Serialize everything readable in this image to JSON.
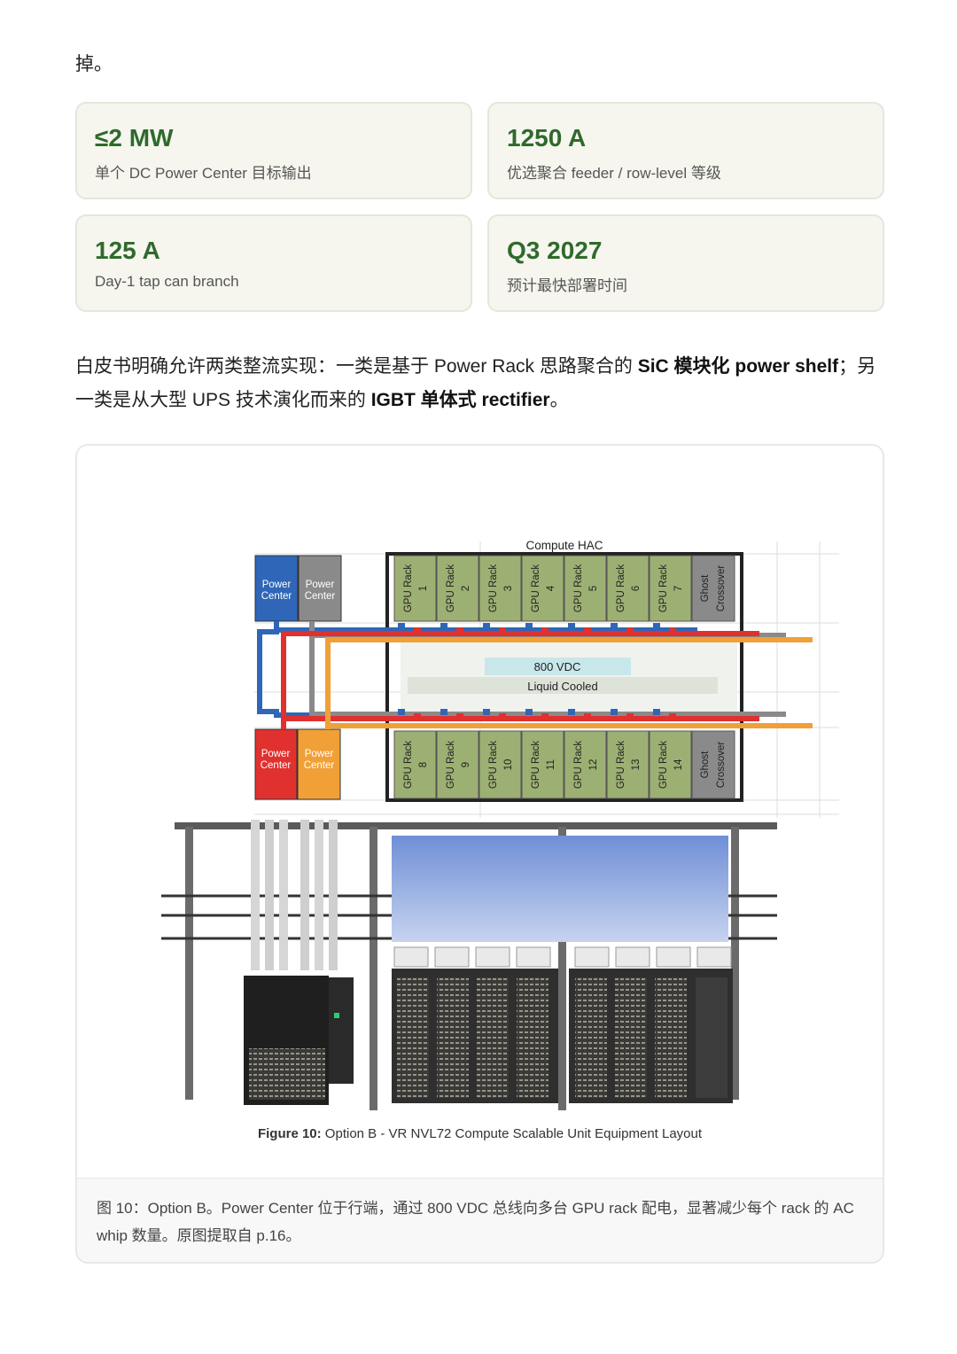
{
  "lead_text": "掉。",
  "stats": [
    {
      "value": "≤2 MW",
      "label": "单个 DC Power Center 目标输出"
    },
    {
      "value": "1250 A",
      "label": "优选聚合 feeder / row-level 等级"
    },
    {
      "value": "125 A",
      "label": "Day-1 tap can branch"
    },
    {
      "value": "Q3 2027",
      "label": "预计最快部署时间"
    }
  ],
  "paragraph": {
    "t1": "白皮书明确允许两类整流实现：一类是基于 Power Rack 思路聚合的 ",
    "b1": "SiC 模块化 power shelf",
    "t2": "；另一类是从大型 UPS 技术演化而来的 ",
    "b2": "IGBT 单体式 rectifier",
    "t3": "。"
  },
  "figure": {
    "hac_title": "Compute HAC",
    "power_center_lines": [
      "Power",
      "Center"
    ],
    "bus_label": "800 VDC",
    "cooling_label": "Liquid Cooled",
    "rack_label": "GPU Rack",
    "top_racks": [
      "1",
      "2",
      "3",
      "4",
      "5",
      "6",
      "7"
    ],
    "bottom_racks": [
      "8",
      "9",
      "10",
      "11",
      "12",
      "13",
      "14"
    ],
    "ghost_lines": [
      "Ghost",
      "Crossover"
    ],
    "caption_bold": "Figure 10:",
    "caption_text": " Option B - VR NVL72 Compute Scalable Unit Equipment Layout",
    "colors": {
      "rack": "#9db073",
      "blue": "#2f66b8",
      "gray": "#8a8a8a",
      "red": "#e0312f",
      "orange": "#f0a037"
    }
  },
  "note": "图 10：Option B。Power Center 位于行端，通过 800 VDC 总线向多台 GPU rack 配电，显著减少每个 rack 的 AC whip 数量。原图提取自 p.16。"
}
